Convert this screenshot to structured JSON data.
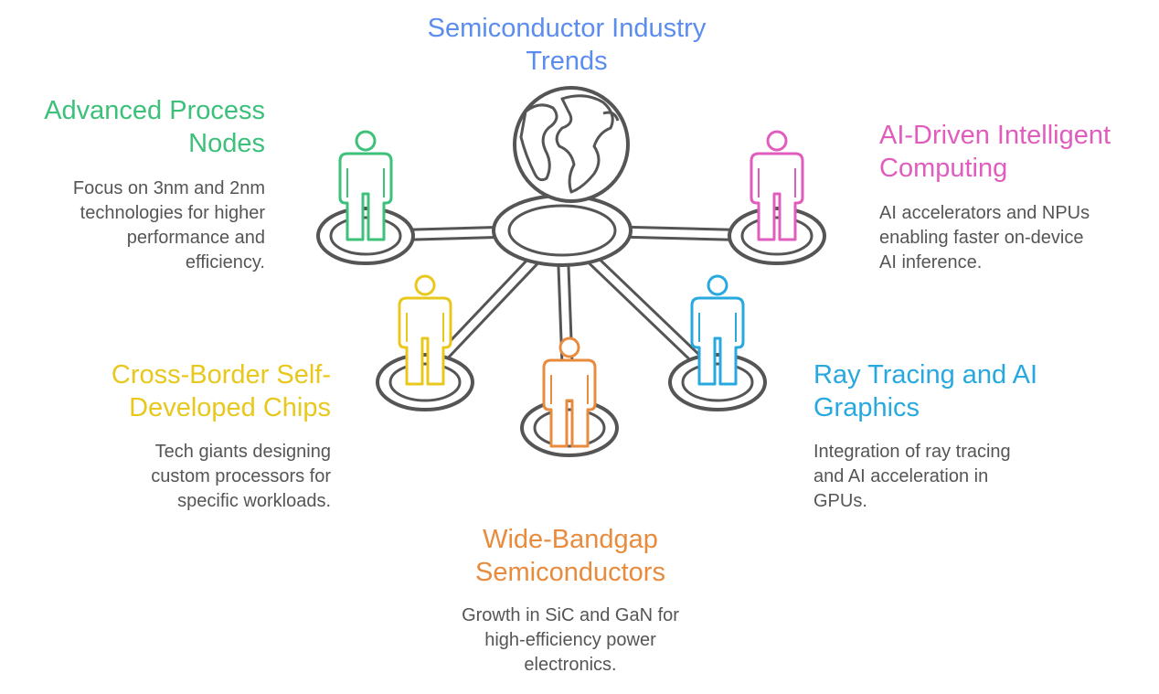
{
  "diagram": {
    "title": "Semiconductor Industry\nTrends",
    "hub_icon": "globe-icon",
    "person_icon": "person-icon",
    "colors": {
      "title": "#5b8def",
      "line": "#555555",
      "advanced": "#3cc07a",
      "ai": "#e05dbd",
      "cross": "#e8c81c",
      "ray": "#27a9df",
      "wide": "#e98b3d"
    },
    "trends": [
      {
        "id": "advanced",
        "title": "Advanced Process\nNodes",
        "description": "Focus on 3nm and 2nm\ntechnologies for higher\nperformance and\nefficiency."
      },
      {
        "id": "ai",
        "title": "AI-Driven Intelligent\nComputing",
        "description": "AI accelerators and NPUs\nenabling faster on-device\nAI inference."
      },
      {
        "id": "cross",
        "title": "Cross-Border Self-\nDeveloped Chips",
        "description": "Tech giants designing\ncustom processors for\nspecific workloads."
      },
      {
        "id": "ray",
        "title": "Ray Tracing and AI\nGraphics",
        "description": "Integration of ray tracing\nand AI acceleration in\nGPUs."
      },
      {
        "id": "wide",
        "title": "Wide-Bandgap\nSemiconductors",
        "description": "Growth in SiC and GaN for\nhigh-efficiency power\nelectronics."
      }
    ]
  }
}
